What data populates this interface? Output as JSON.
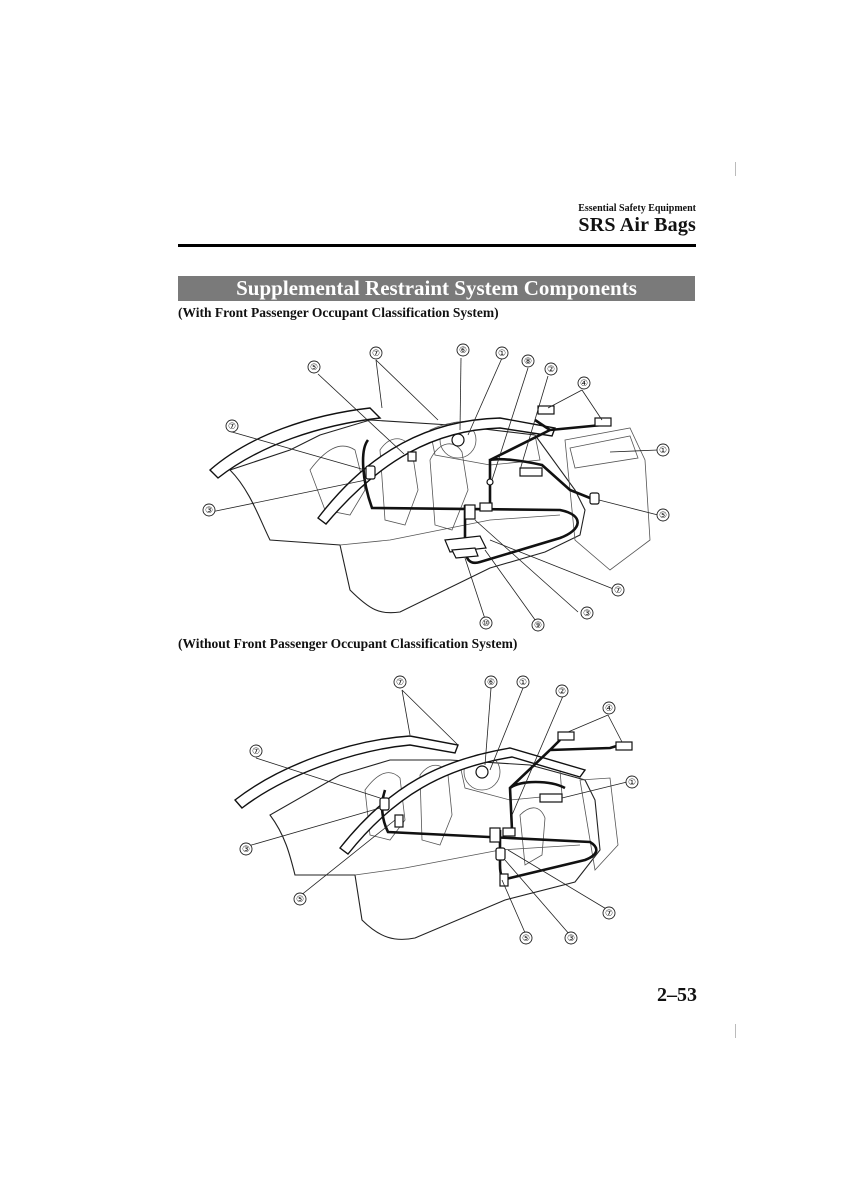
{
  "header": {
    "section": "Essential Safety Equipment",
    "chapter": "SRS Air Bags"
  },
  "banner": {
    "title": "Supplemental Restraint System Components"
  },
  "figures": [
    {
      "caption": "(With Front Passenger Occupant Classification System)",
      "callouts": [
        "⑦",
        "⑥",
        "①",
        "⑧",
        "⑤",
        "②",
        "④",
        "⑦",
        "①",
        "③",
        "⑤",
        "⑦",
        "③",
        "⑨",
        "⑩"
      ]
    },
    {
      "caption": "(Without Front Passenger Occupant Classification System)",
      "callouts": [
        "⑦",
        "⑥",
        "①",
        "②",
        "④",
        "⑦",
        "①",
        "③",
        "⑤",
        "⑦",
        "⑤",
        "③"
      ]
    }
  ],
  "page_number": "2–53"
}
